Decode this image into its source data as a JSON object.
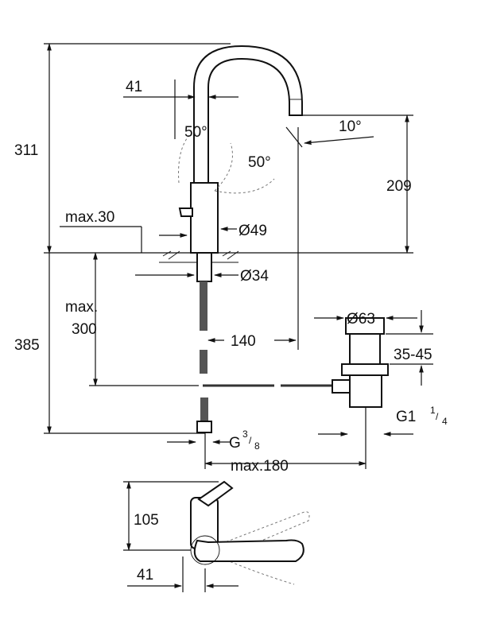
{
  "drawing": {
    "dims": {
      "d311": "311",
      "d385": "385",
      "d41_top": "41",
      "d50_left": "50°",
      "d50_right": "50°",
      "d10": "10°",
      "d209": "209",
      "max30": "max.30",
      "d49": "Ø49",
      "d34": "Ø34",
      "max300_a": "max.",
      "max300_b": "300",
      "d140": "140",
      "d63": "Ø63",
      "d35_45": "35-45",
      "g1": "G1",
      "g1_num": "1",
      "g1_den": "4",
      "g38": "G",
      "g38_num": "3",
      "g38_den": "8",
      "max180": "max.180",
      "d105": "105",
      "d41_bottom": "41"
    }
  }
}
